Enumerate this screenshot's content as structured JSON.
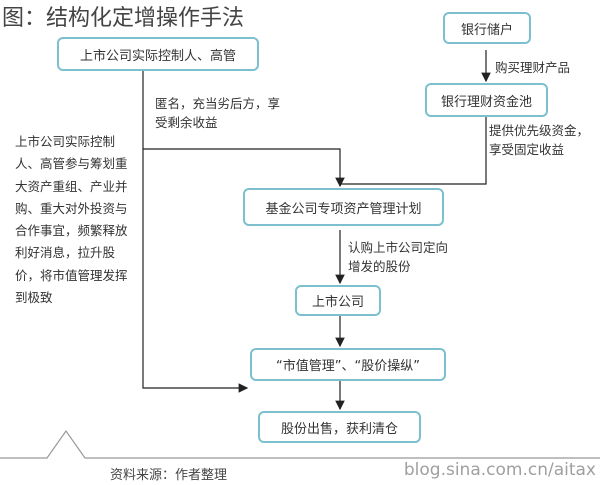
{
  "title": "图：结构化定增操作手法",
  "boxes": {
    "controller": "上市公司实际控制人、高管",
    "depositor": "银行储户",
    "pool": "银行理财资金池",
    "fund": "基金公司专项资产管理计划",
    "company": "上市公司",
    "manage": "“市值管理”、“股价操纵”",
    "exit": "股份出售，获利清仓"
  },
  "labels": {
    "buy": "购买理财产品",
    "anon": "匿名，充当劣后方，享受剩余收益",
    "priority": "提供优先级资金，享受固定收益",
    "subscribe": "认购上市公司定向增发的股份",
    "left": "上市公司实际控制人、高管参与筹划重大资产重组、产业并购、重大对外投资与合作事宜，频繁释放利好消息，拉升股价，将市值管理发挥到极致"
  },
  "source": "资料来源：作者整理",
  "watermark": "blog.sina.com.cn/aitax"
}
